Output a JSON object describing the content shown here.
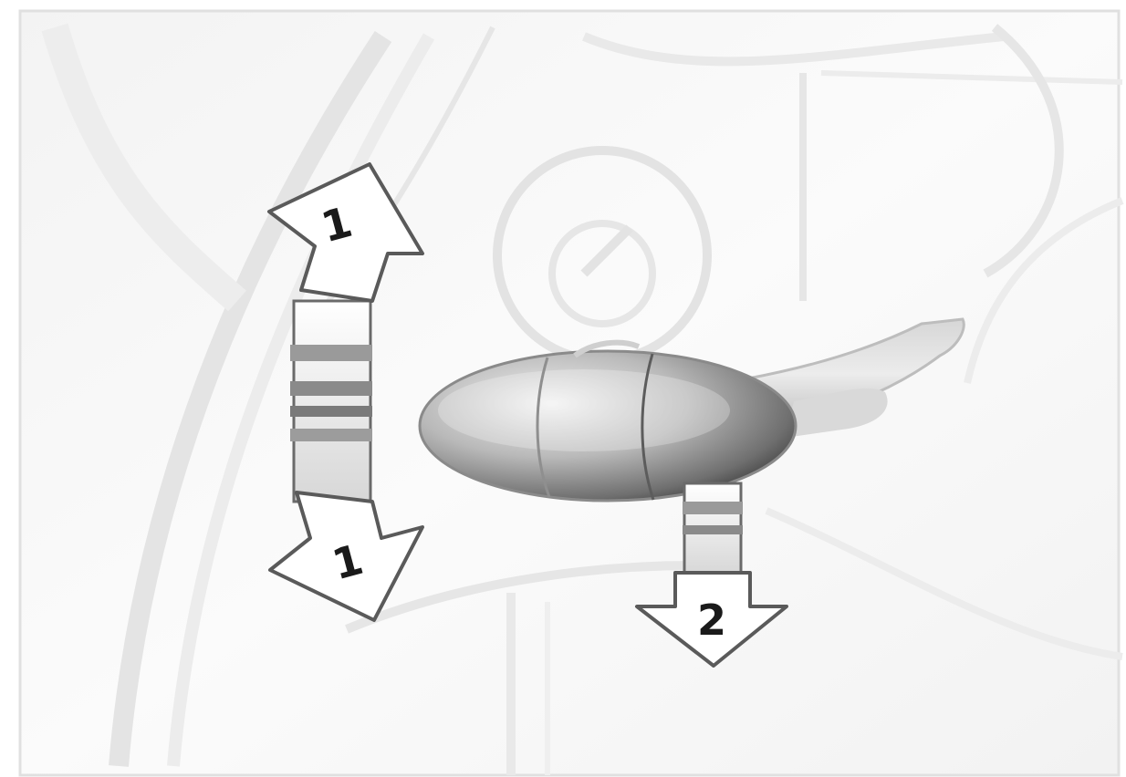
{
  "figure": {
    "labels": {
      "arrow_up": "1",
      "arrow_down": "1",
      "arrow_pull": "2"
    },
    "colors": {
      "background": "#ffffff",
      "sketch": "#e2e2e2",
      "lever_dark": "#3a3a3a",
      "lever_mid": "#9a9a9a",
      "lever_light": "#e4e4e4",
      "arrow_fill": "#ffffff",
      "arrow_stroke": "#5a5a5a"
    }
  }
}
